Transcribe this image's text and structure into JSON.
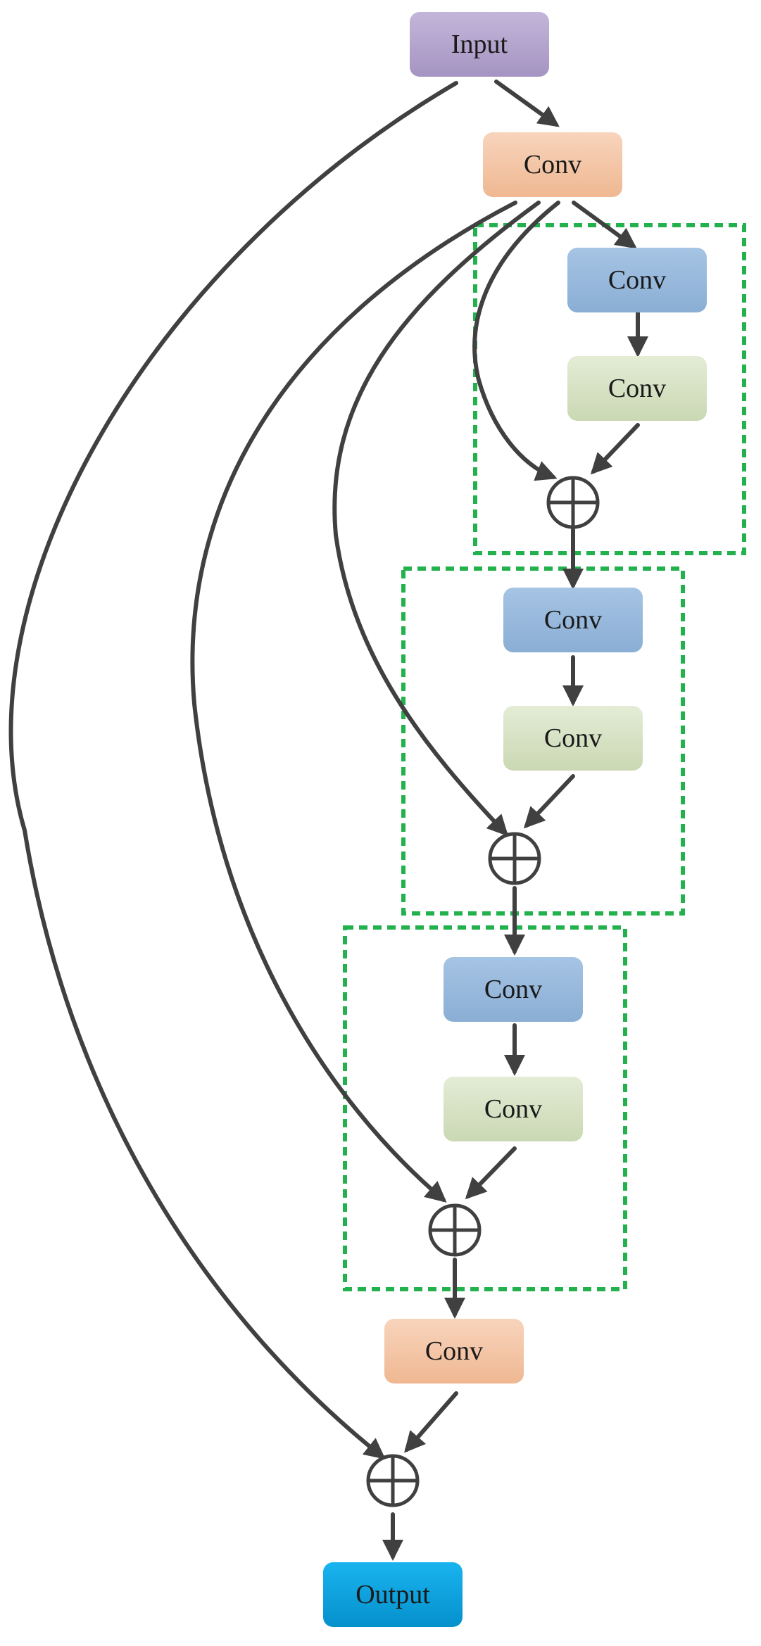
{
  "colors": {
    "input": "#b3a3cc",
    "conv_orange": "#f2c2a0",
    "conv_blue": "#93b6d9",
    "conv_green": "#d3dfbf",
    "output": "#0aa0df",
    "dashed_box": "#22b14c",
    "arrow": "#404040"
  },
  "nodes": {
    "input": {
      "label": "Input"
    },
    "conv_head": {
      "label": "Conv"
    },
    "block1": {
      "conv_a": "Conv",
      "conv_b": "Conv"
    },
    "block2": {
      "conv_a": "Conv",
      "conv_b": "Conv"
    },
    "block3": {
      "conv_a": "Conv",
      "conv_b": "Conv"
    },
    "conv_tail": {
      "label": "Conv"
    },
    "output": {
      "label": "Output"
    }
  },
  "icons": {
    "sum": "circle-plus-icon"
  }
}
